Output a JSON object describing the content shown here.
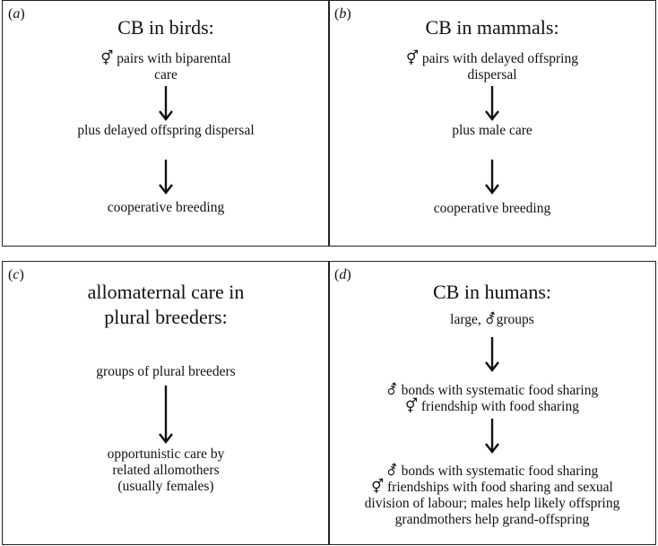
{
  "panels": {
    "a": {
      "label": "a",
      "title": "CB in birds:",
      "step1": [
        "⚥ pairs with biparental",
        "care"
      ],
      "step2": "plus delayed offspring dispersal",
      "step3": "cooperative breeding"
    },
    "b": {
      "label": "b",
      "title": "CB in mammals:",
      "step1": [
        "⚥ pairs with delayed offspring",
        "dispersal"
      ],
      "step2": "plus male care",
      "step3": "cooperative breeding"
    },
    "c": {
      "label": "c",
      "title": [
        "allomaternal care in",
        "plural breeders:"
      ],
      "step1": "groups of plural breeders",
      "step2": [
        "opportunistic care by",
        "related allomothers",
        "(usually females)"
      ]
    },
    "d": {
      "label": "d",
      "title": "CB in humans:",
      "step1": "large, ⚦groups",
      "step2": [
        "⚦ bonds with systematic food sharing",
        "⚥ friendship with food sharing"
      ],
      "step3": [
        "⚦ bonds with systematic food sharing",
        "⚥ friendships with food sharing and sexual",
        "division of labour; males help likely offspring",
        "grandmothers help grand-offspring"
      ]
    }
  }
}
